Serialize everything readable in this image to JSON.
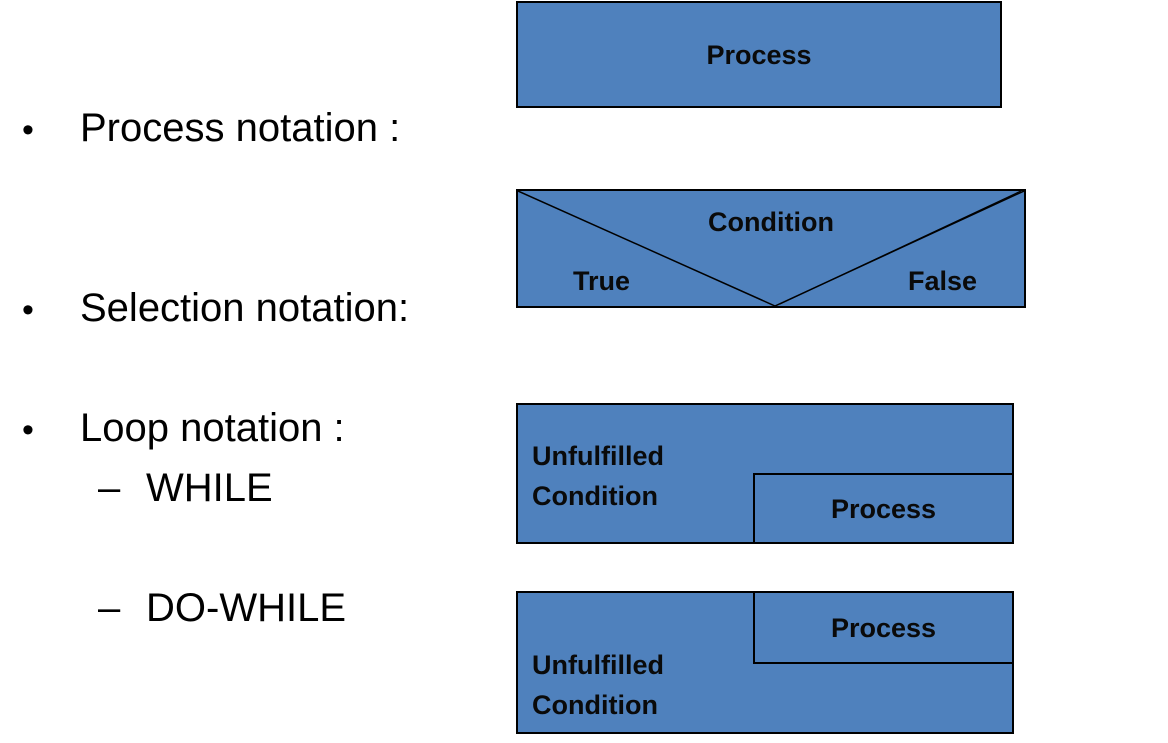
{
  "bullets": {
    "process": "Process notation :",
    "selection": "Selection notation:",
    "loop": "Loop notation :",
    "while": "WHILE",
    "do_while": "DO-WHILE",
    "bullet_glyph": "•",
    "dash_glyph": "–"
  },
  "process_box": {
    "label": "Process"
  },
  "selection_box": {
    "condition": "Condition",
    "true_label": "True",
    "false_label": "False"
  },
  "while_box": {
    "condition_line1": "Unfulfilled",
    "condition_line2": "Condition",
    "process": "Process"
  },
  "do_while_box": {
    "condition_line1": "Unfulfilled",
    "condition_line2": "Condition",
    "process": "Process"
  },
  "colors": {
    "box_fill": "#4f81bd",
    "border": "#000000"
  }
}
